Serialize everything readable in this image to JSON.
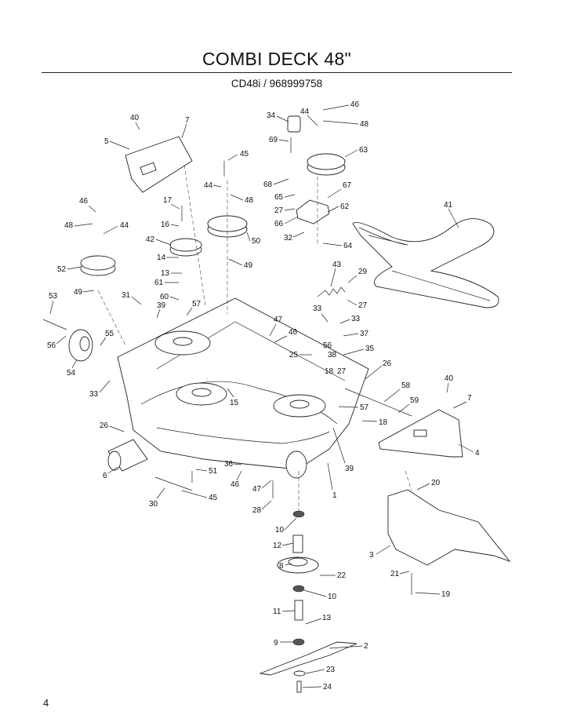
{
  "header": {
    "title": "COMBI DECK 48\"",
    "subtitle": "CD48i / 968999758"
  },
  "footer": {
    "page_number": "4"
  },
  "callouts": [
    "1",
    "2",
    "3",
    "4",
    "5",
    "6",
    "7",
    "8",
    "9",
    "10",
    "11",
    "12",
    "13",
    "14",
    "15",
    "16",
    "17",
    "18",
    "19",
    "20",
    "21",
    "22",
    "23",
    "24",
    "25",
    "26",
    "27",
    "28",
    "29",
    "30",
    "31",
    "32",
    "33",
    "34",
    "35",
    "36",
    "37",
    "38",
    "39",
    "40",
    "41",
    "42",
    "43",
    "44",
    "45",
    "46",
    "47",
    "48",
    "49",
    "50",
    "51",
    "52",
    "53",
    "54",
    "55",
    "56",
    "57",
    "58",
    "59",
    "60",
    "61",
    "62",
    "63",
    "64",
    "65",
    "66",
    "67",
    "68",
    "69"
  ]
}
